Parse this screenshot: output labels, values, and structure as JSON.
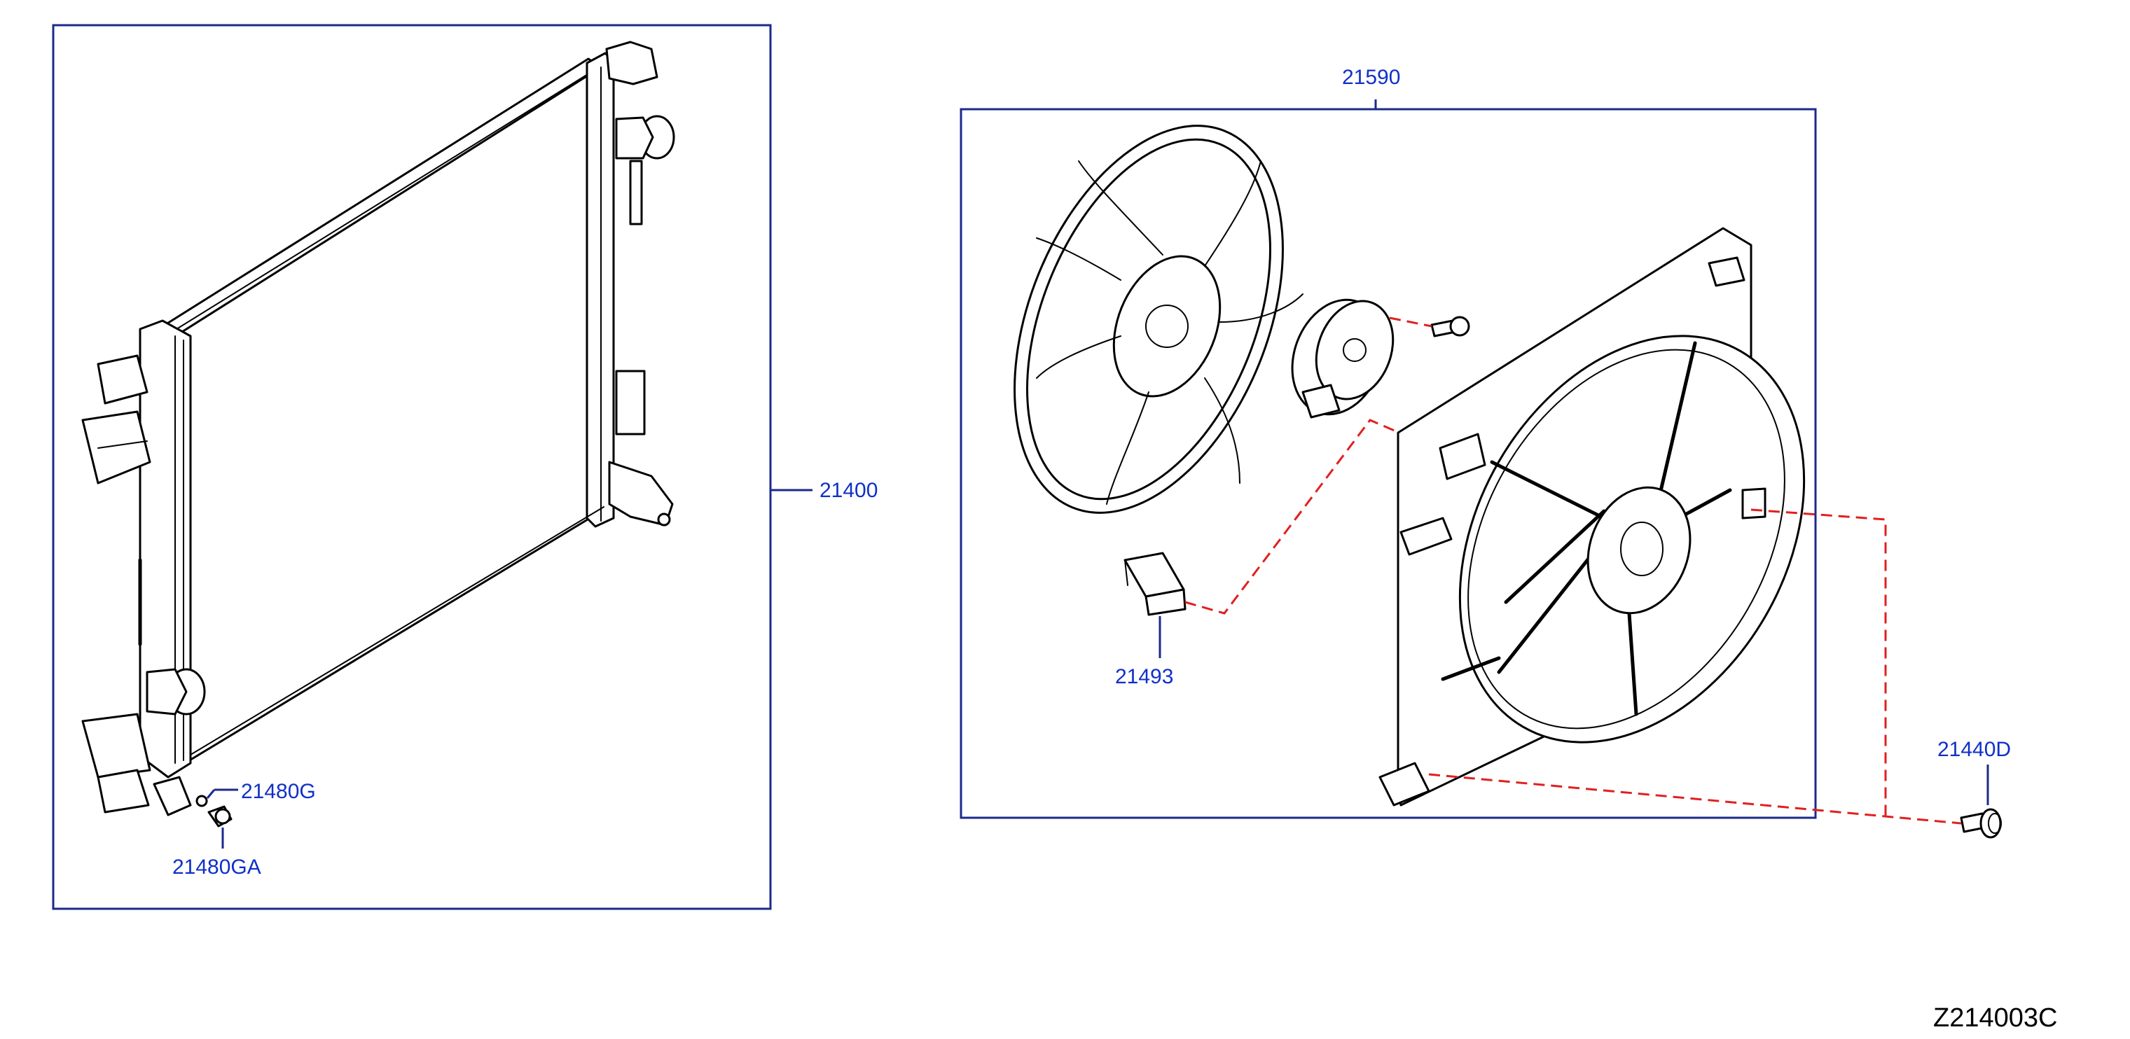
{
  "part_numbers": {
    "radiator": "21400",
    "drain_plug_seal": "21480G",
    "drain_plug": "21480GA",
    "fan_shroud_assembly": "21590",
    "fan_resistor": "21493",
    "mounting_bolt": "21440D"
  },
  "diagram_code": "Z214003C",
  "colors": {
    "callout_text": "#1030c8",
    "frame_line": "#1b2a8c",
    "link_line": "#e02020"
  }
}
